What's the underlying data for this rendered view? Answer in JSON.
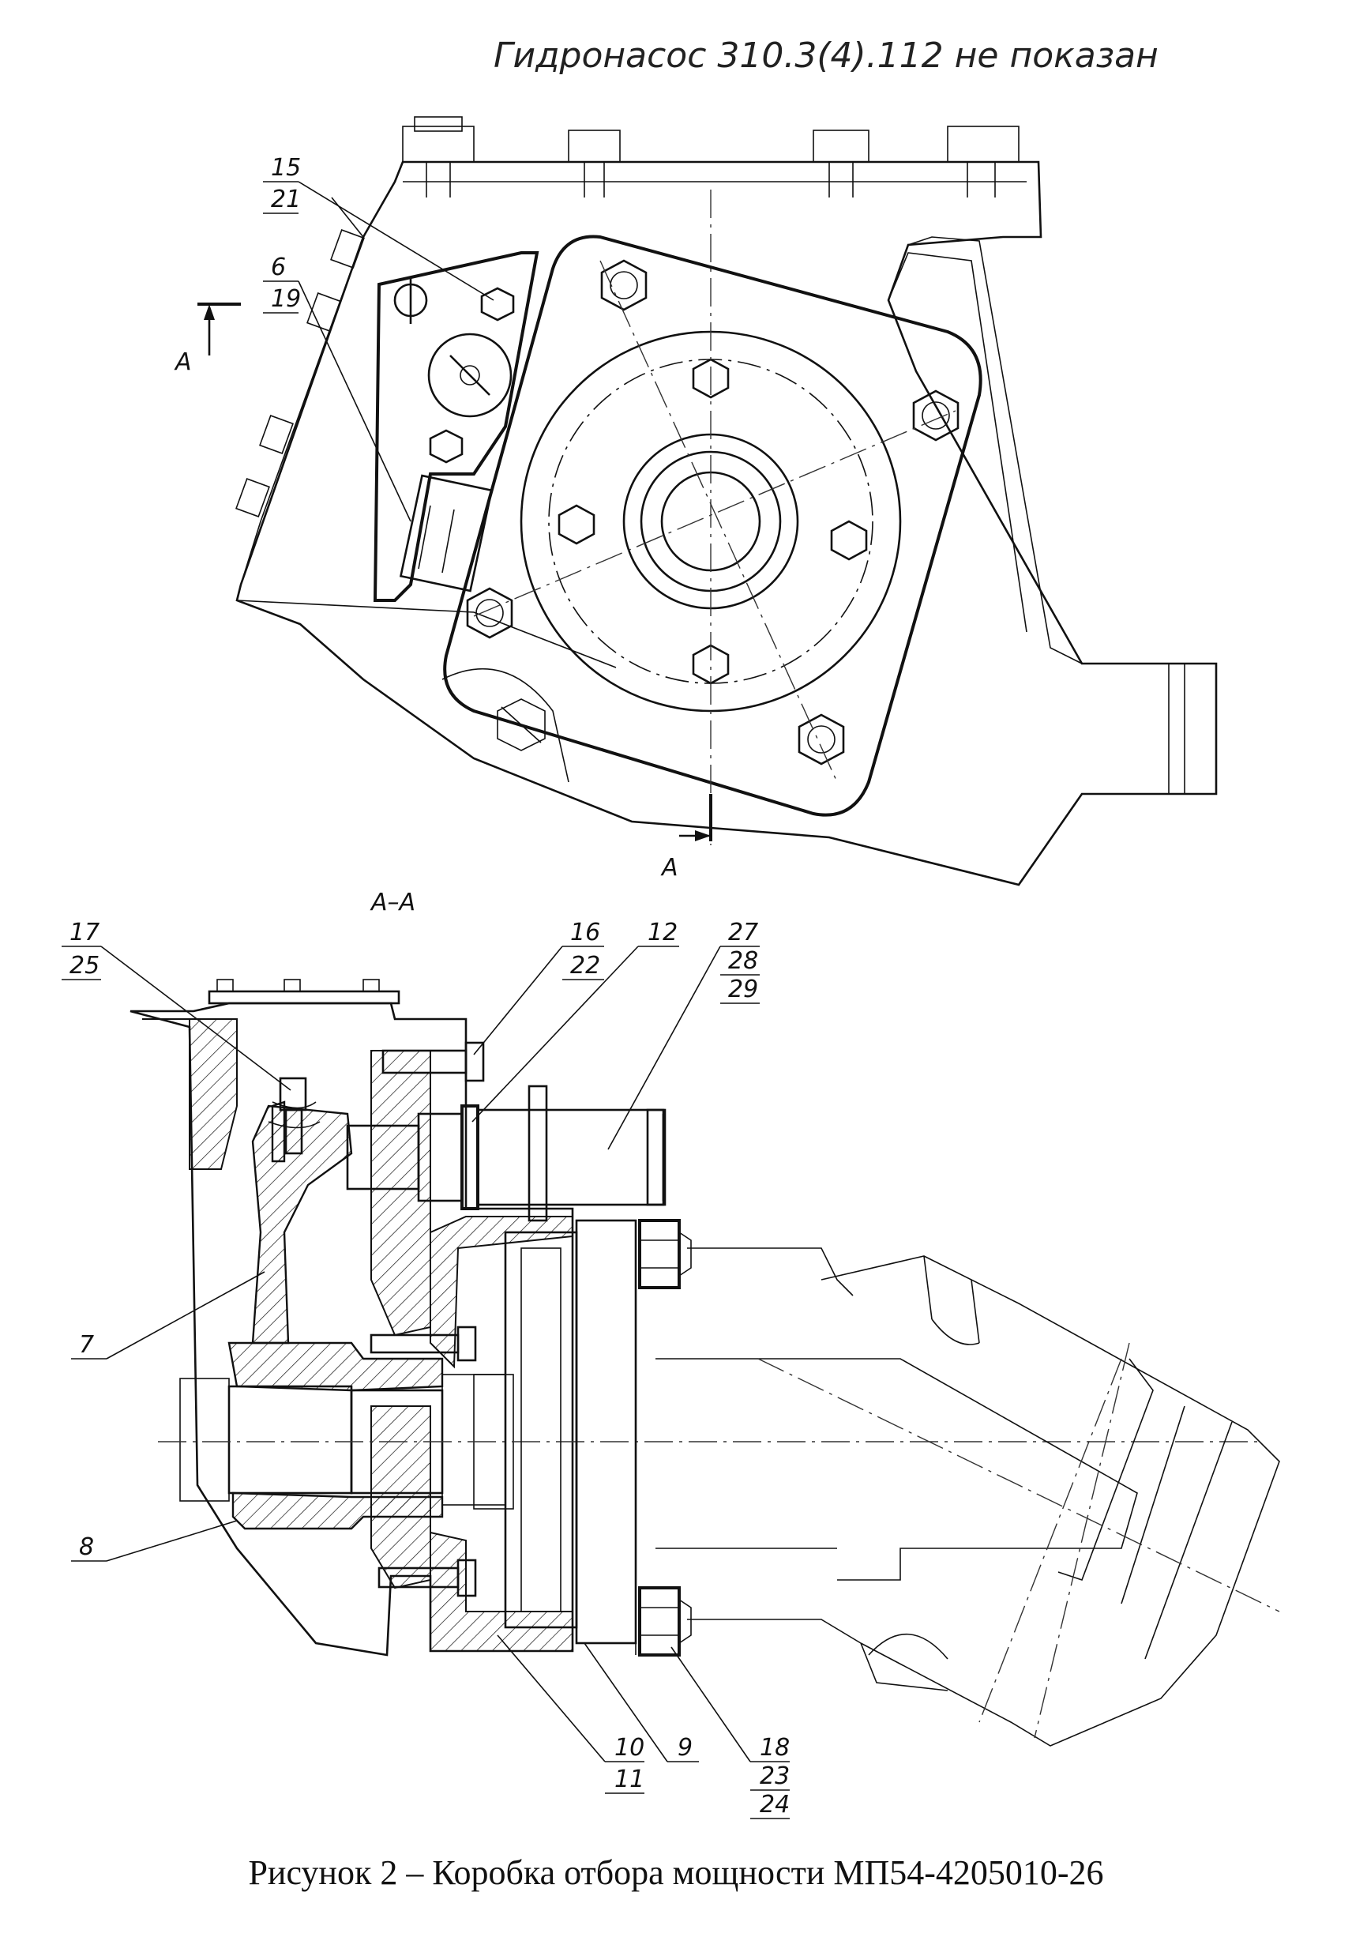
{
  "drawing": {
    "note": "Гидронасос 310.3(4).112 не показан",
    "section_mark_top": "A",
    "section_mark_bottom": "A",
    "section_title": "A–A"
  },
  "top_view_callouts": [
    {
      "top": "15",
      "bottom": "21"
    },
    {
      "top": "6",
      "bottom": "19"
    }
  ],
  "section_callouts": {
    "c17": {
      "top": "17",
      "bottom": "25"
    },
    "c16": {
      "top": "16",
      "bottom": "22"
    },
    "c12": {
      "top": "12"
    },
    "c27": {
      "top": "27",
      "mid": "28",
      "bottom": "29"
    },
    "c7": {
      "top": "7"
    },
    "c8": {
      "top": "8"
    },
    "c10": {
      "top": "10",
      "bottom": "11"
    },
    "c9": {
      "top": "9"
    },
    "c18": {
      "top": "18",
      "mid": "23",
      "bottom": "24"
    }
  },
  "caption": "Рисунок 2 – Коробка отбора мощности МП54-4205010-26"
}
